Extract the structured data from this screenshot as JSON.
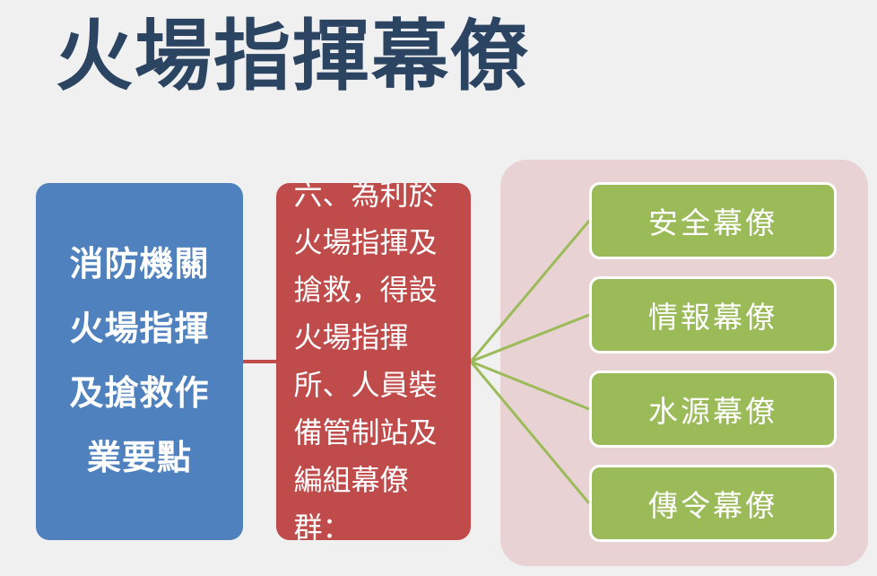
{
  "title": "火場指揮幕僚",
  "diagram": {
    "root": {
      "label": "消防機關火場指揮及搶救作業要點",
      "color": "#4E81BD",
      "text_color": "#FFFFFF"
    },
    "branch": {
      "label": "六、為利於火場指揮及搶救，得設火場指揮所、人員裝備管制站及編組幕僚群：",
      "color": "#C04B4B",
      "text_color": "#FFFFFF"
    },
    "group_container": {
      "color": "#E9D2D4"
    },
    "leaves": [
      {
        "label": "安全幕僚",
        "color": "#9BBB59",
        "text_color": "#FFFFFF"
      },
      {
        "label": "情報幕僚",
        "color": "#9BBB59",
        "text_color": "#FFFFFF"
      },
      {
        "label": "水源幕僚",
        "color": "#9BBB59",
        "text_color": "#FFFFFF"
      },
      {
        "label": "傳令幕僚",
        "color": "#9BBB59",
        "text_color": "#FFFFFF"
      }
    ],
    "connectors": {
      "root_to_branch_color": "#C04B4B",
      "branch_to_leaf_color": "#9BBB59"
    }
  },
  "colors": {
    "page_background": "#F0F0F0",
    "title_color": "#2B4461"
  }
}
